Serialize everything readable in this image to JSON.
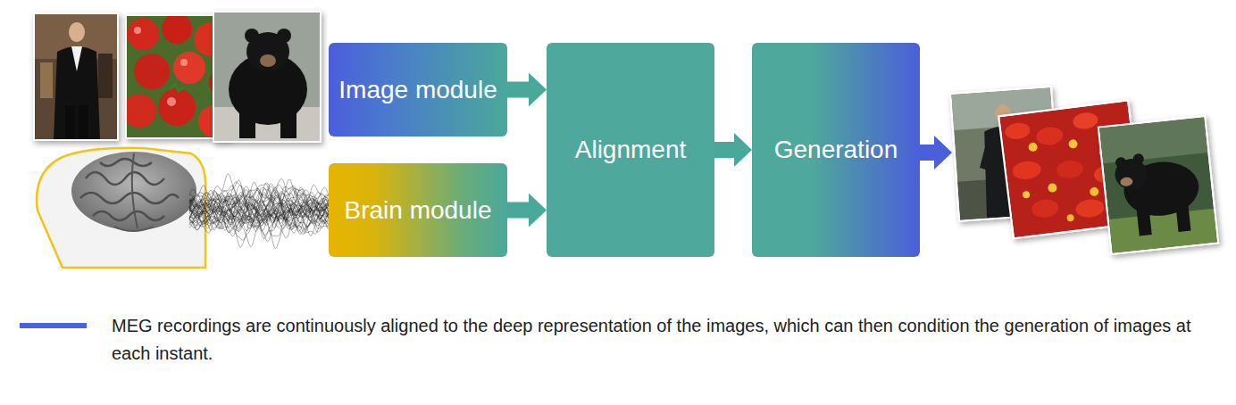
{
  "diagram": {
    "nodes": [
      {
        "text": [
          "Image module"
        ]
      },
      {
        "text": [
          "Brain module"
        ]
      },
      {
        "text": [
          "Alignment"
        ]
      },
      {
        "text": [
          "Generation"
        ]
      }
    ],
    "edges": [
      {
        "from": 0,
        "to": 2,
        "arrow": "to"
      },
      {
        "from": 1,
        "to": 2,
        "arrow": "to"
      },
      {
        "from": 2,
        "to": 3,
        "arrow": "to"
      }
    ],
    "legend": [
      {
        "text": "MEG recordings are continuously aligned to the deep representation of the images, which can then condition the generation of images at each instant."
      }
    ]
  }
}
